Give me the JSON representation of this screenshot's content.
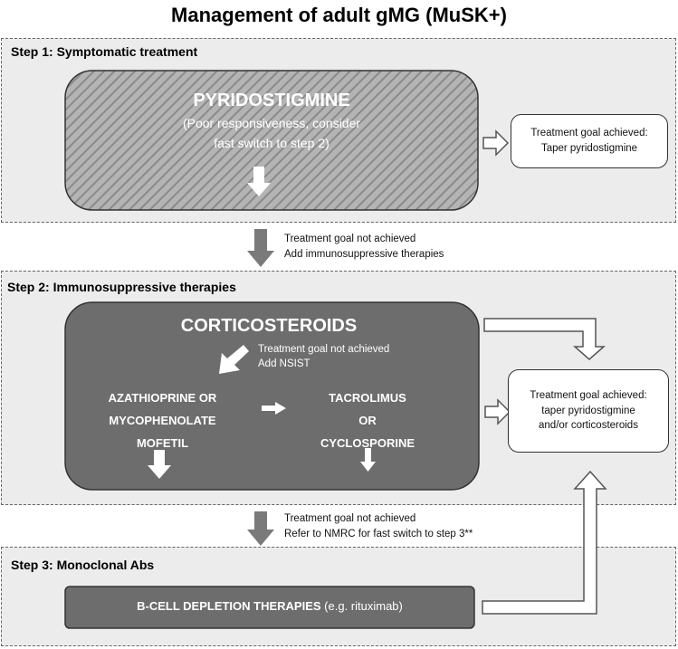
{
  "title": "Management of adult gMG (MuSK+)",
  "step1": {
    "label": "Step 1: Symptomatic treatment",
    "drug": "PYRIDOSTIGMINE",
    "note_line1": "(Poor responsiveness, consider",
    "note_line2": "fast switch to step 2)",
    "goal_line1": "Treatment goal achieved:",
    "goal_line2": "Taper pyridostigmine"
  },
  "transition1": {
    "line1": "Treatment goal not achieved",
    "line2": "Add immunosuppressive therapies"
  },
  "step2": {
    "label": "Step 2: Immunosuppressive therapies",
    "drug": "CORTICOSTEROIDS",
    "inner_note_line1": "Treatment goal not achieved",
    "inner_note_line2": "Add NSIST",
    "left_line1": "AZATHIOPRINE OR",
    "left_line2": "MYCOPHENOLATE",
    "left_line3": "MOFETIL",
    "right_line1": "TACROLIMUS",
    "right_line2": "OR",
    "right_line3": "CYCLOSPORINE",
    "goal_line1": "Treatment goal achieved:",
    "goal_line2": "taper pyridostigmine",
    "goal_line3": "and/or corticosteroids"
  },
  "transition2": {
    "line1": "Treatment goal not achieved",
    "line2": "Refer to NMRC for fast switch to step 3**"
  },
  "step3": {
    "label": "Step 3: Monoclonal Abs",
    "drug_bold": "B-CELL DEPLETION THERAPIES",
    "drug_rest": " (e.g. rituximab)"
  },
  "colors": {
    "step_background": "#ececec",
    "dark_box": "#6d6d6d",
    "arrow_gray": "#7a7a7a",
    "hatch_light": "#b4b4b4",
    "hatch_dark": "#8a8a8a"
  }
}
